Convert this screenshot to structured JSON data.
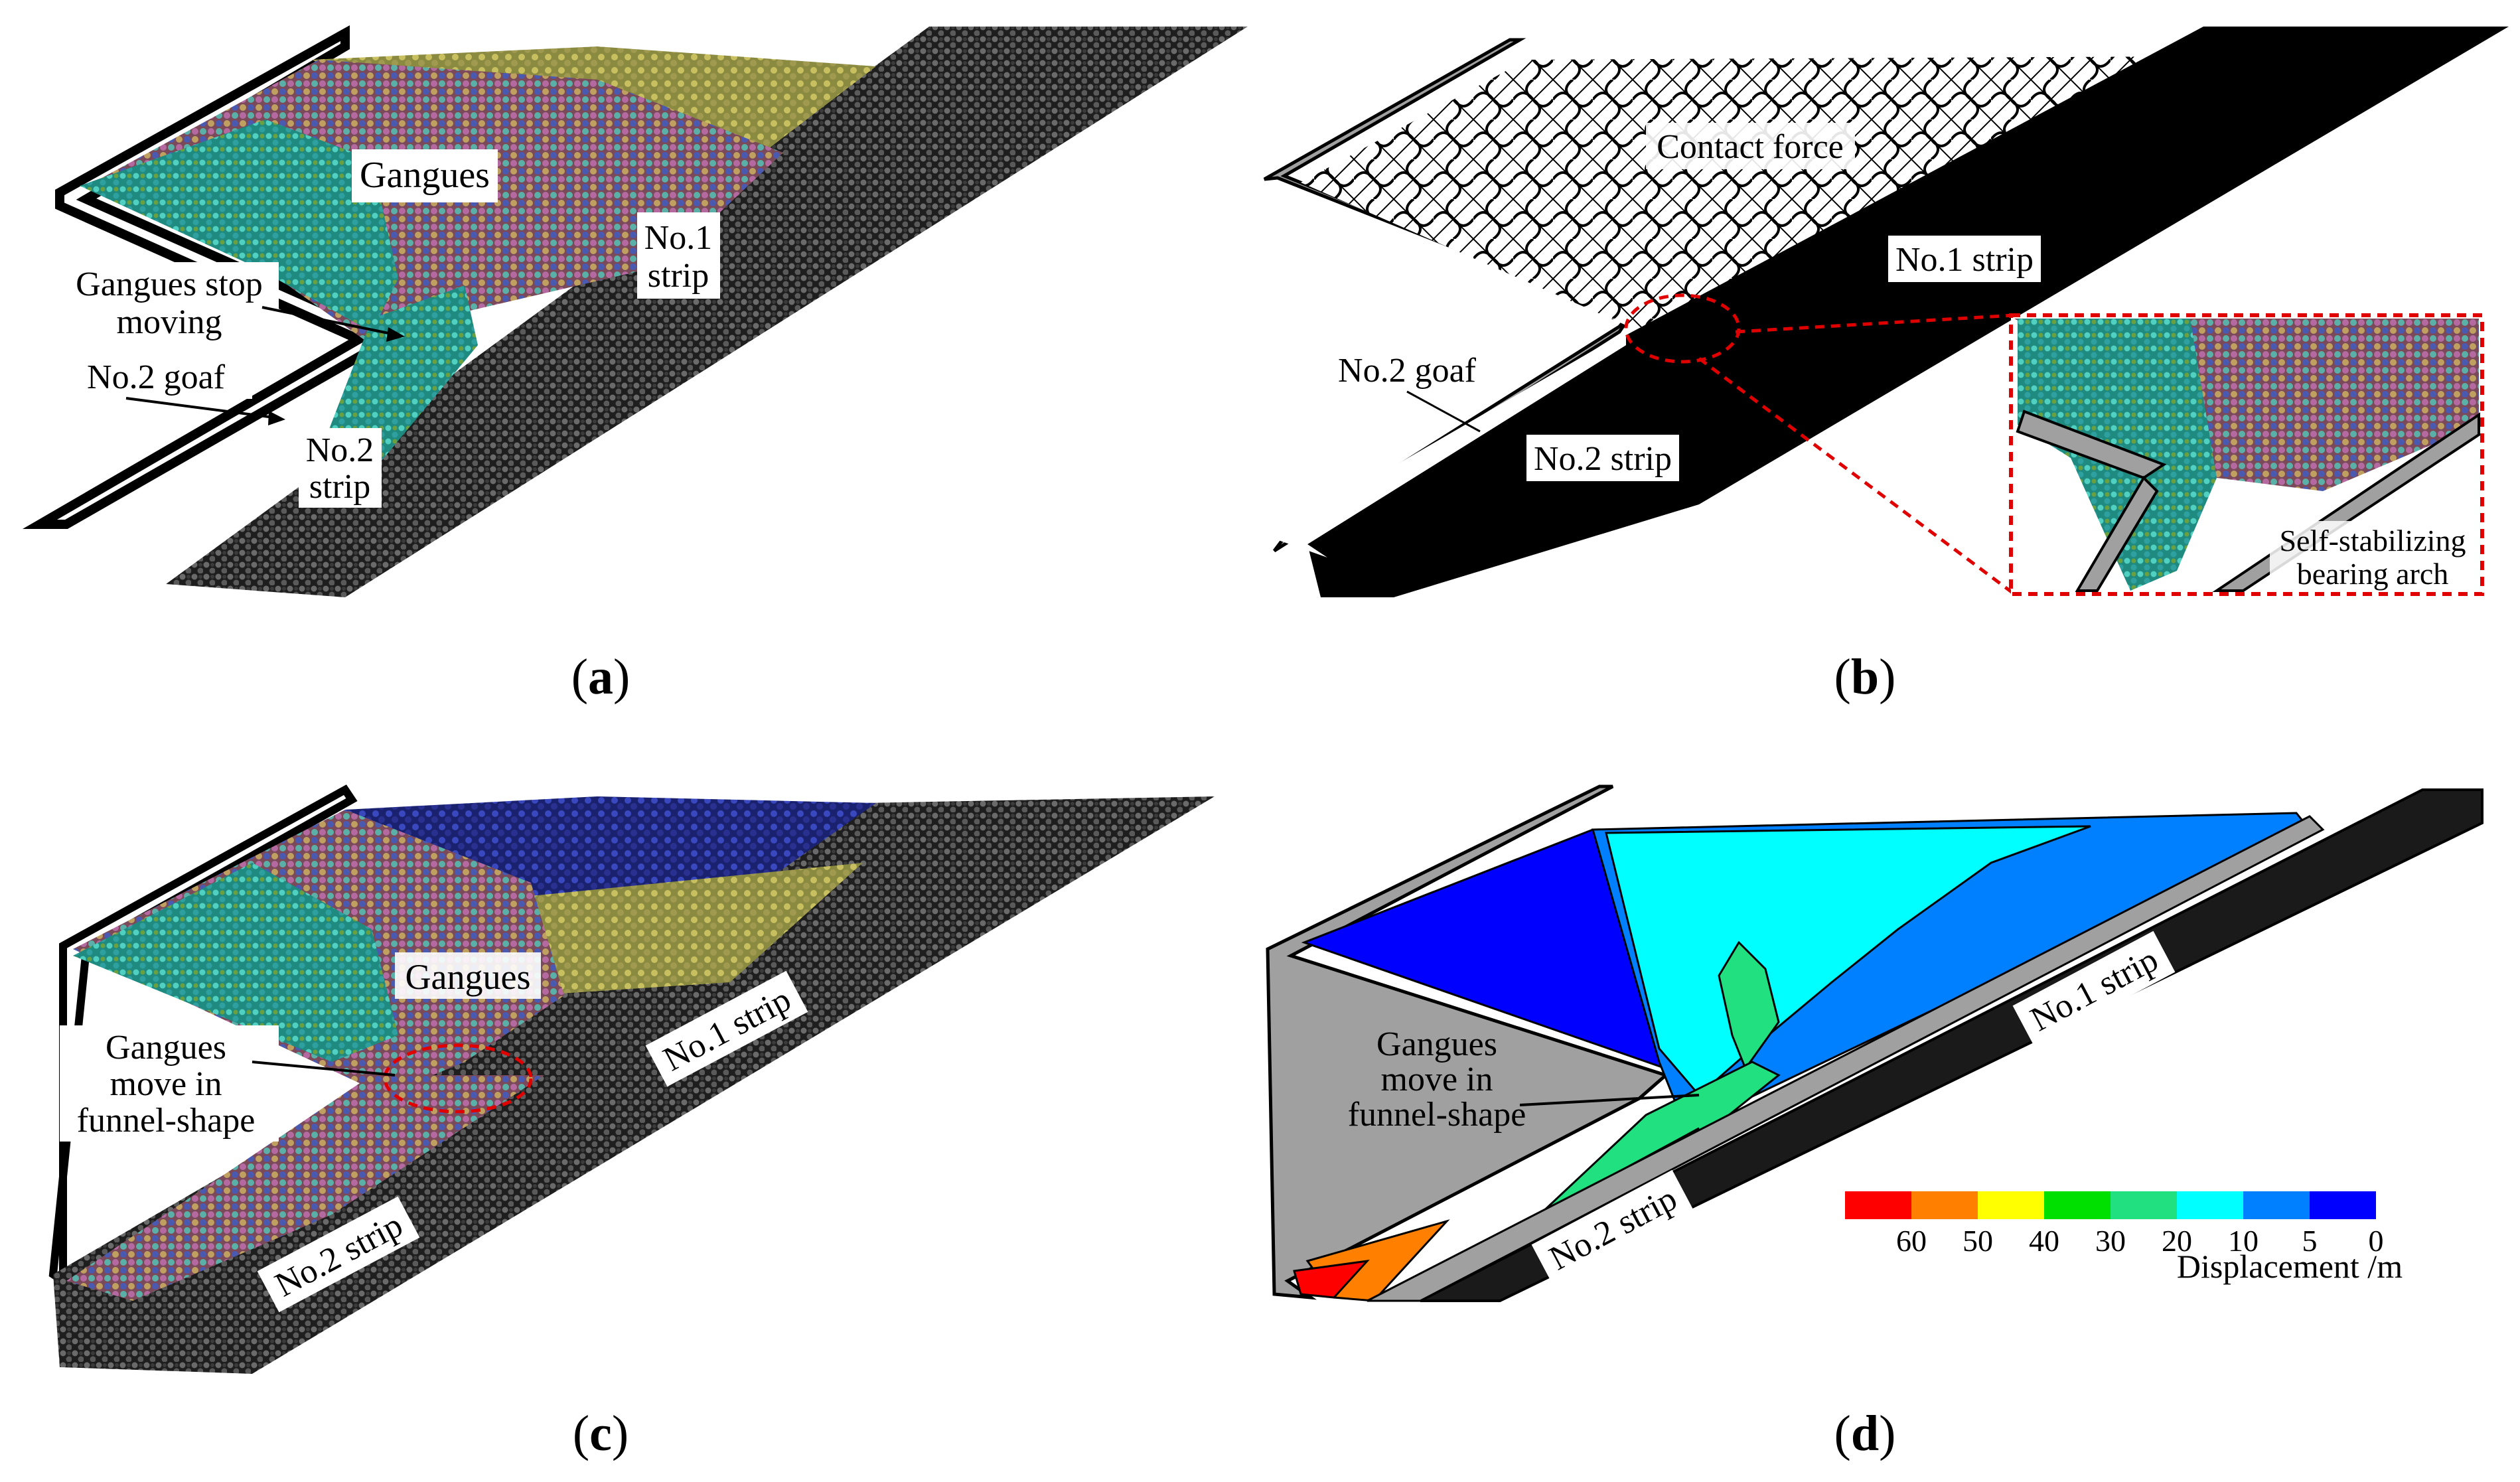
{
  "panels": {
    "a": {
      "caption": "a",
      "labels": {
        "gangues": "Gangues",
        "gangues_stop_line1": "Gangues stop",
        "gangues_stop_line2": "moving",
        "no1_strip_line1": "No.1",
        "no1_strip_line2": "strip",
        "no2_goaf": "No.2 goaf",
        "no2_strip_line1": "No.2",
        "no2_strip_line2": "strip"
      }
    },
    "b": {
      "caption": "b",
      "labels": {
        "contact_force": "Contact force",
        "no1_strip": "No.1 strip",
        "no2_goaf": "No.2 goaf",
        "no2_strip": "No.2 strip",
        "arch_line1": "Self-stabilizing",
        "arch_line2": "bearing arch"
      }
    },
    "c": {
      "caption": "c",
      "labels": {
        "gangues": "Gangues",
        "move_line1": "Gangues",
        "move_line2": "move in",
        "move_line3": "funnel-shape",
        "no1_strip": "No.1 strip",
        "no2_strip": "No.2 strip"
      }
    },
    "d": {
      "caption": "d",
      "labels": {
        "move_line1": "Gangues",
        "move_line2": "move in",
        "move_line3": "funnel-shape",
        "no1_strip": "No.1 strip",
        "no2_strip": "No.2 strip"
      },
      "legend": {
        "title": "Displacement /m",
        "ticks": [
          "60",
          "50",
          "40",
          "30",
          "20",
          "10",
          "5",
          "0"
        ],
        "colors": [
          "#ff0000",
          "#ff8000",
          "#ffff00",
          "#00e000",
          "#20e080",
          "#00ffff",
          "#0080ff",
          "#0000ff"
        ]
      }
    }
  },
  "particle_colors": [
    "#2a2a2a",
    "#444444",
    "#5a5a5a",
    "#20b2aa",
    "#40e0d0",
    "#8b3a5a",
    "#b03070",
    "#c060a0",
    "#8a8a3a",
    "#c0b040",
    "#2a40b0",
    "#60a060",
    "#b06030",
    "#7070d0"
  ]
}
